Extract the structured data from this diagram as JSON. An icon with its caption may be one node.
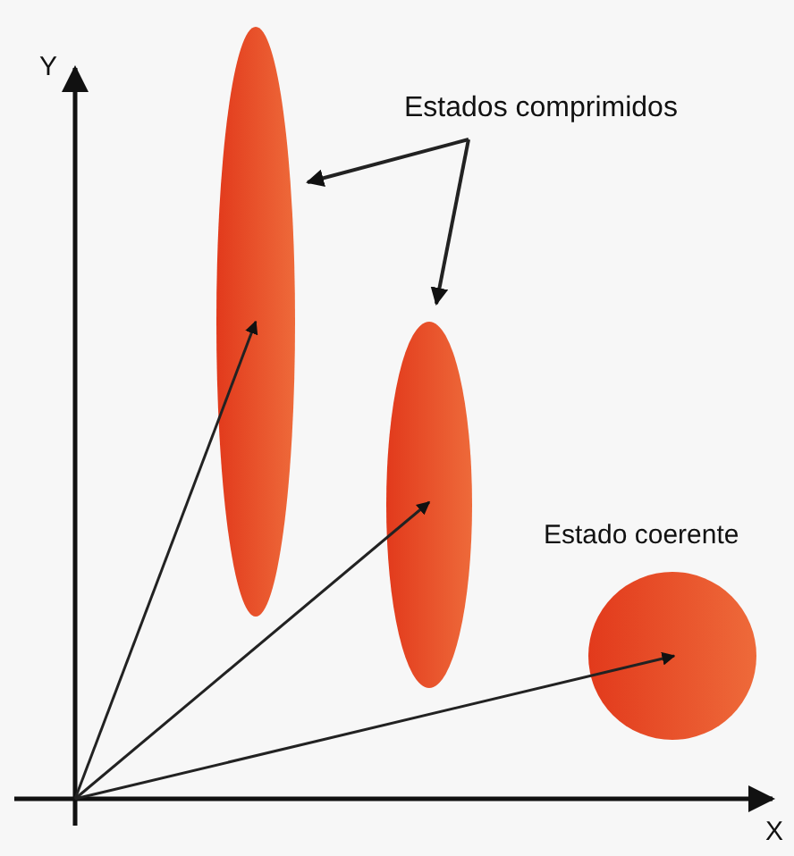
{
  "diagram": {
    "nodes": [
      {
        "text": [
          "Estados comprimidos"
        ]
      },
      {
        "text": [],
        "shape": "ellipse"
      },
      {
        "text": [],
        "shape": "ellipse"
      },
      {
        "text": [],
        "shape": "circle",
        "beside": [
          "Estado coerente"
        ]
      }
    ],
    "edges": [
      {
        "from": 0,
        "to": 1,
        "arrow": "to"
      },
      {
        "from": 0,
        "to": 2,
        "arrow": "to"
      },
      {
        "from": null,
        "to": 1,
        "arrow": "to"
      },
      {
        "from": null,
        "to": 2,
        "arrow": "to"
      },
      {
        "from": null,
        "to": 3,
        "arrow": "to"
      }
    ],
    "labels": [
      "Y",
      "X"
    ]
  }
}
